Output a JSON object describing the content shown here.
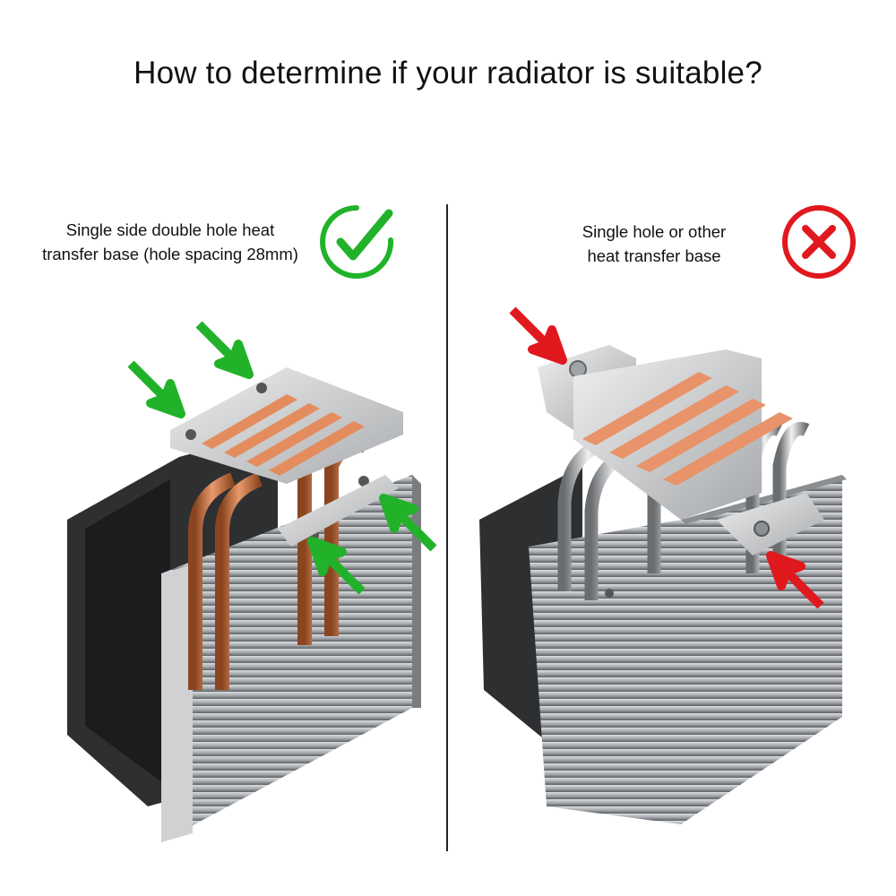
{
  "title": "How to determine if your radiator is suitable?",
  "left": {
    "caption_lines": [
      "Single side double hole heat",
      "transfer base (hole spacing 28mm)"
    ],
    "verdict_icon": "green-check-icon",
    "arrow_color": "#22b22a"
  },
  "right": {
    "caption_lines": [
      "Single hole or other",
      "heat transfer base"
    ],
    "verdict_icon": "red-x-icon",
    "arrow_color": "#e0191f"
  }
}
